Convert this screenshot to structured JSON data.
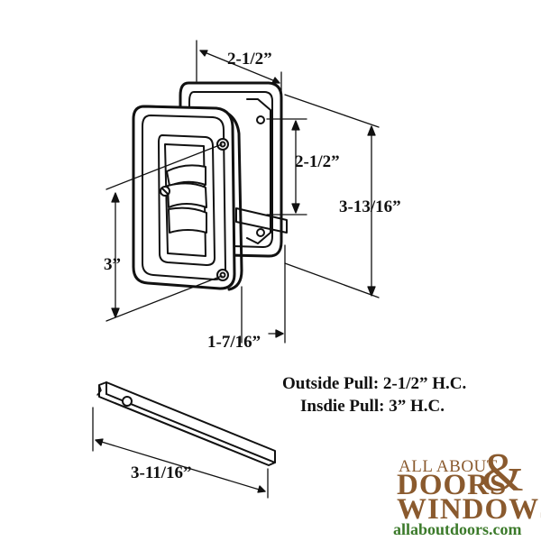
{
  "dimensions": {
    "top_width": "2-1/2”",
    "inner_height": "2-1/2”",
    "total_height": "3-13/16”",
    "left_height": "3”",
    "depth": "1-7/16”",
    "bar_length": "3-11/16”"
  },
  "notes": {
    "outside_pull": "Outside Pull: 2-1/2” H.C.",
    "inside_pull": "Insdie Pull: 3” H.C."
  },
  "logo": {
    "line1": "ALL ABOUT",
    "ampersand": "&",
    "line2": "DOORS",
    "line3": "WINDOWS",
    "url": "allaboutdoors.com",
    "colors": {
      "brand_brown": "#8a5a2e",
      "url_green": "#3b7a2a"
    }
  },
  "colors": {
    "line": "#111111",
    "background": "#ffffff"
  }
}
